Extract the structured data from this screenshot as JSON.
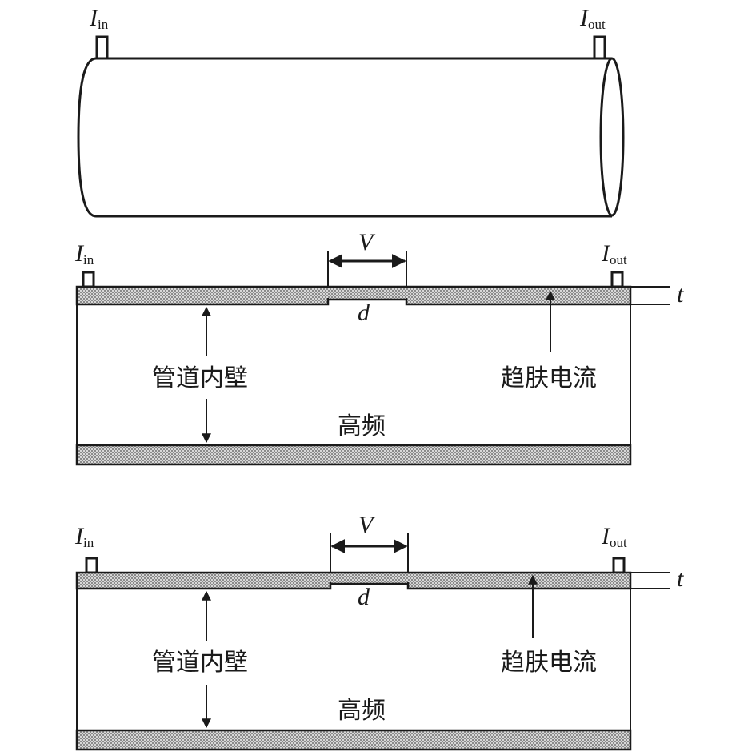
{
  "cylinder": {
    "input_label": "I",
    "input_sub": "in",
    "output_label": "I",
    "output_sub": "out"
  },
  "sections": [
    {
      "input_label": "I",
      "input_sub": "in",
      "output_label": "I",
      "output_sub": "out",
      "defect_width_label": "V",
      "defect_depth_label": "d",
      "thickness_label": "t",
      "inner_wall_label": "管道内壁",
      "skin_current_label": "趋肤电流",
      "frequency_label": "高频"
    },
    {
      "input_label": "I",
      "input_sub": "in",
      "output_label": "I",
      "output_sub": "out",
      "defect_width_label": "V",
      "defect_depth_label": "d",
      "thickness_label": "t",
      "inner_wall_label": "管道内壁",
      "skin_current_label": "趋肤电流",
      "frequency_label": "高频"
    }
  ]
}
